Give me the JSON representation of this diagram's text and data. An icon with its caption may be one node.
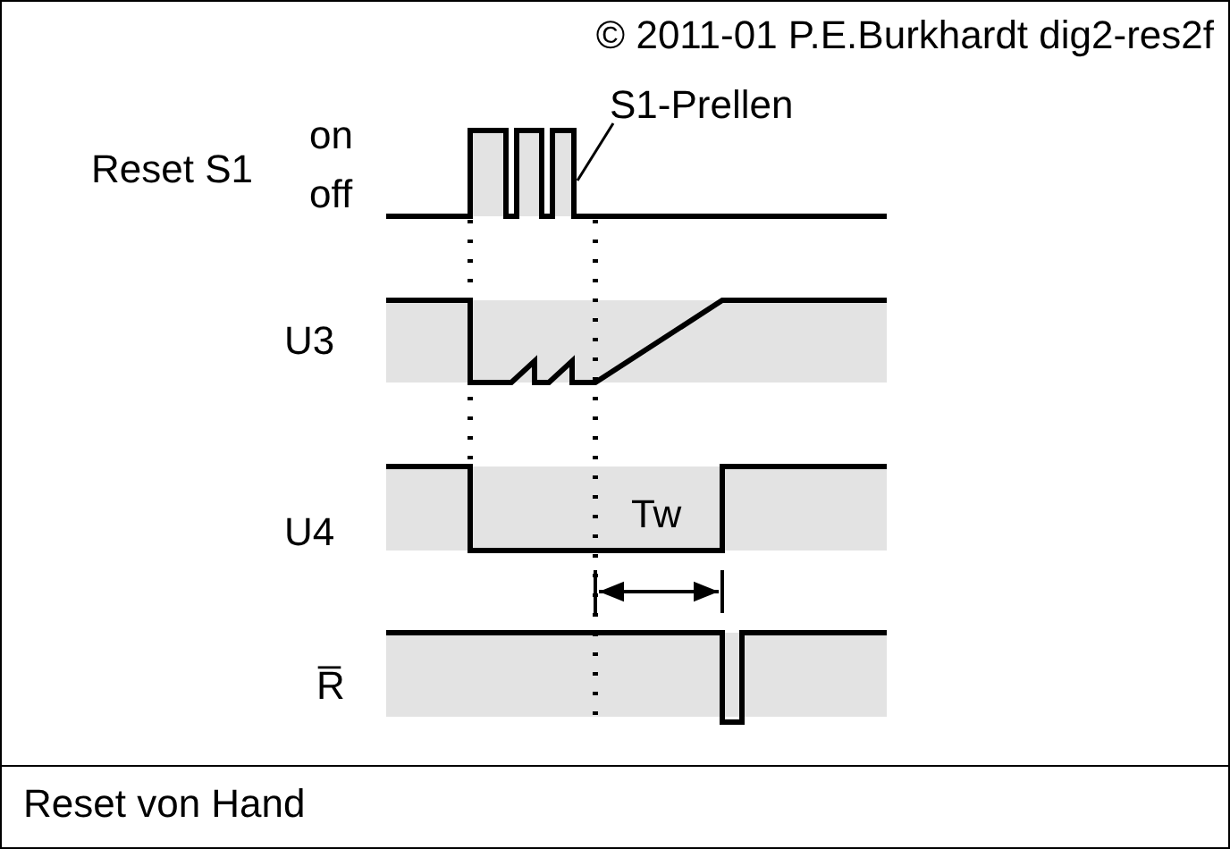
{
  "diagram": {
    "caption": "Reset von Hand",
    "nodes": [
      {
        "text": [
          "S1-Prellen"
        ]
      },
      {
        "text": [],
        "shape": "line"
      }
    ],
    "edges": [
      {
        "from": 0,
        "to": 1,
        "arrow": "none"
      }
    ],
    "labels": [
      "© 2011-01 P.E.Burkhardt dig2-res2f",
      "Reset S1",
      "on",
      "off",
      "U3",
      "U4",
      "Tw",
      "R̅"
    ]
  }
}
